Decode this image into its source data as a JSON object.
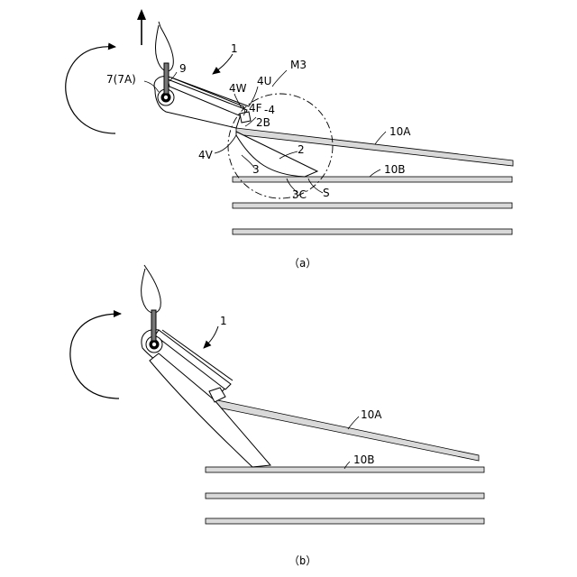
{
  "figure_a": {
    "caption": "（a）",
    "labels": {
      "device": "1",
      "m3": "M3",
      "axis": "7(7A)",
      "nine": "9",
      "w4": "4W",
      "u4": "4U",
      "f4": "4F",
      "dash4": "-4",
      "b2": "2B",
      "v4": "4V",
      "two": "2",
      "three": "3",
      "c3": "3C",
      "s": "S",
      "sheet_a": "10A",
      "sheet_b": "10B"
    }
  },
  "figure_b": {
    "caption": "（b）",
    "labels": {
      "device": "1",
      "sheet_a": "10A",
      "sheet_b": "10B"
    }
  },
  "colors": {
    "line": "#000000",
    "sheet_fill": "#d9d9d9",
    "body_fill": "#ffffff"
  }
}
